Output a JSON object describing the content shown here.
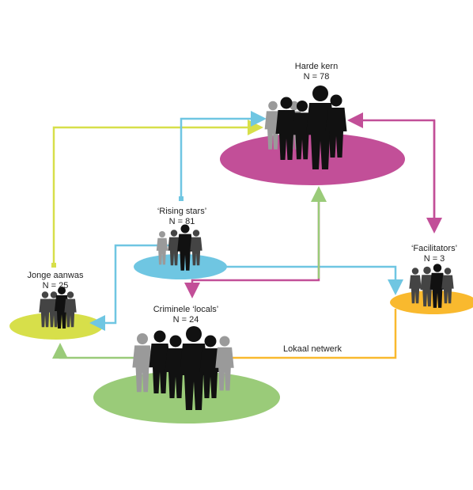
{
  "groups": {
    "harde_kern": {
      "name": "Harde kern",
      "n": "N = 78",
      "color": "#c24f98"
    },
    "rising_stars": {
      "name": "‘Rising stars’",
      "n": "N = 81",
      "color": "#6fc6e2"
    },
    "jonge_aanwas": {
      "name": "Jonge aanwas",
      "n": "N = 25",
      "color": "#d7df4a"
    },
    "criminele_locals": {
      "name": "Criminele ‘locals’",
      "n": "N = 24",
      "color": "#9acb79"
    },
    "facilitators": {
      "name": "‘Facilitators’",
      "n": "N = 3",
      "color": "#f9b92e"
    }
  },
  "edges": {
    "lokaal_netwerk_label": "Lokaal netwerk"
  },
  "colors": {
    "silhouette_black": "#111111",
    "silhouette_dark": "#444444",
    "silhouette_grey": "#9a9a9a",
    "line_yellow_green": "#d7df4a",
    "line_cyan": "#6fc6e2",
    "line_magenta": "#c24f98",
    "line_green": "#9acb79",
    "line_orange": "#f9b92e"
  }
}
